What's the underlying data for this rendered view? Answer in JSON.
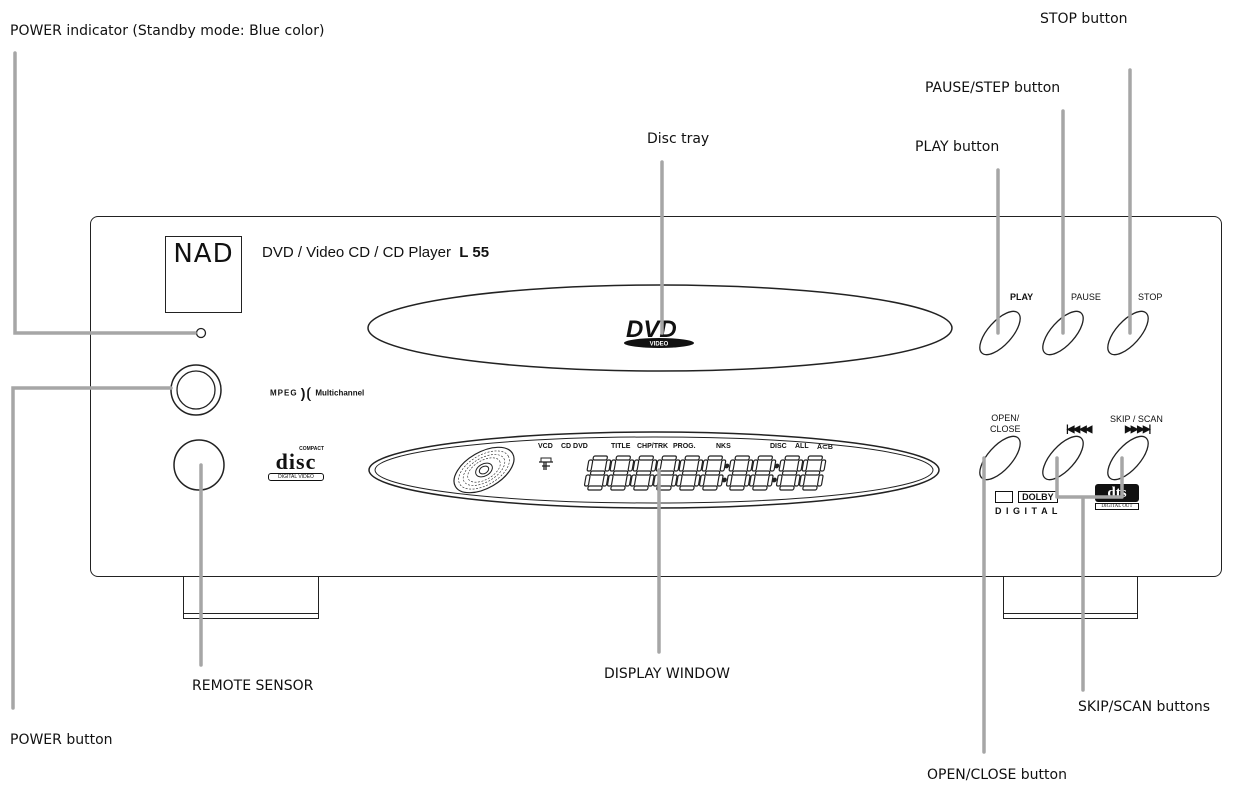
{
  "callouts": {
    "power_indicator": "POWER indicator (Standby mode: Blue color)",
    "stop_button": "STOP button",
    "pause_step_button": "PAUSE/STEP button",
    "disc_tray": "Disc tray",
    "play_button": "PLAY button",
    "remote_sensor": "REMOTE SENSOR",
    "display_window": "DISPLAY WINDOW",
    "skip_scan_buttons": "SKIP/SCAN buttons",
    "power_button": "POWER button",
    "open_close_button": "OPEN/CLOSE button"
  },
  "panel": {
    "brand": "NAD",
    "model_prefix": "DVD / Video CD / CD Player",
    "model_number": "L 55",
    "play_label": "PLAY",
    "pause_label": "PAUSE",
    "stop_label": "STOP",
    "open_close_line1": "OPEN/",
    "open_close_line2": "CLOSE",
    "skip_scan_label": "SKIP / SCAN",
    "skip_back_glyph": "|◀◀ ◀◀",
    "skip_fwd_glyph": "▶▶ ▶▶|",
    "mpeg_label": "MPEG",
    "multichannel_label": "Multichannel",
    "dvd_logo": "DVD",
    "dvd_logo_sub": "VIDEO",
    "disc_logo": "disc",
    "disc_logo_top": "COMPACT",
    "disc_logo_bottom": "DIGITAL VIDEO",
    "dolby_label": "DOLBY",
    "dolby_digital_label": "D I G I T A L",
    "dts_label": "dts",
    "dts_sub_label": "DIGITAL OUT"
  },
  "display": {
    "vcd": "VCD",
    "cd_dvd": "CD DVD",
    "title": "TITLE",
    "chp_trk": "CHP/TRK",
    "prog": "PROG.",
    "nks": "NKS",
    "disc": "DISC",
    "all": "ALL",
    "ab": "A⊂B"
  }
}
